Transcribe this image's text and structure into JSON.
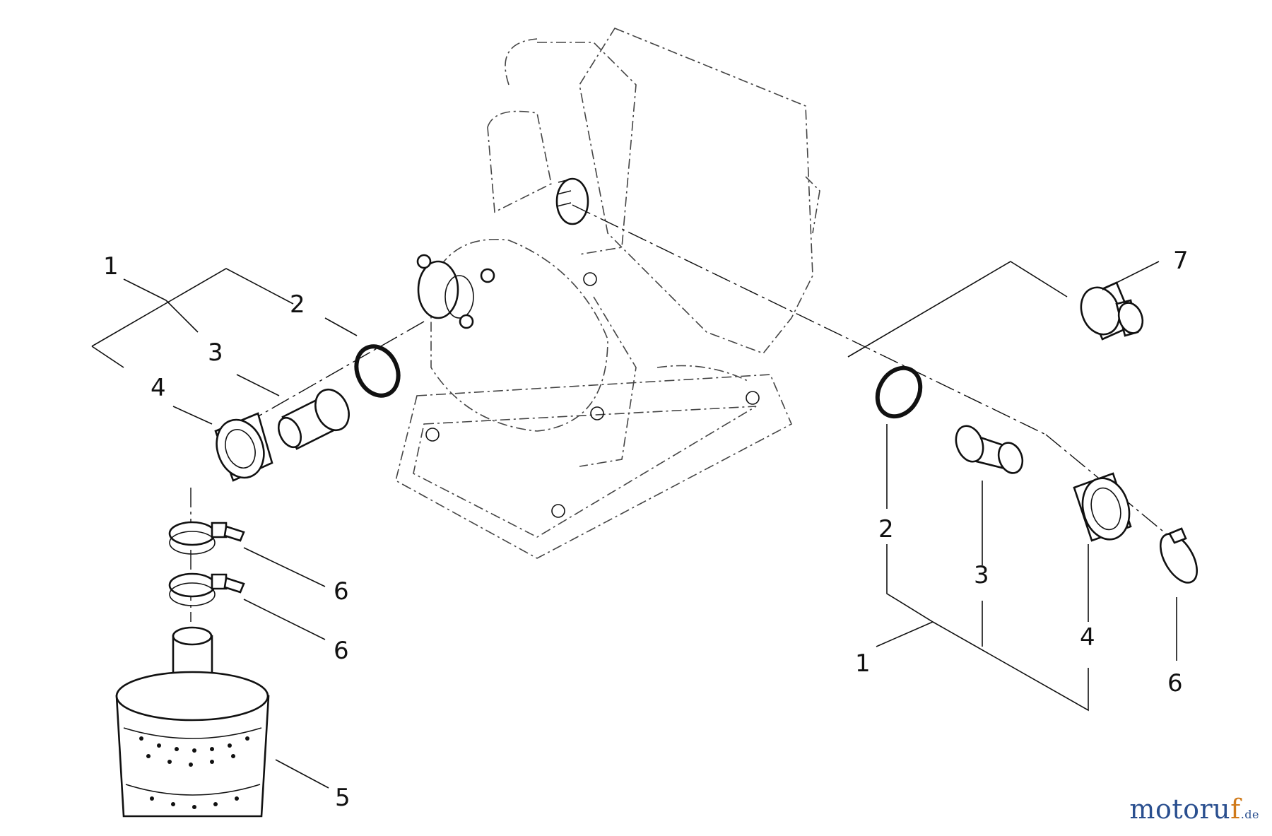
{
  "callouts": {
    "left_1": "1",
    "left_2": "2",
    "left_3": "3",
    "left_4": "4",
    "left_6a": "6",
    "left_6b": "6",
    "left_5": "5",
    "right_7": "7",
    "right_2": "2",
    "right_3": "3",
    "right_4": "4",
    "right_6": "6",
    "right_1": "1"
  },
  "watermark": {
    "main": "motoru",
    "accent": "f",
    "suffix": ".de"
  }
}
